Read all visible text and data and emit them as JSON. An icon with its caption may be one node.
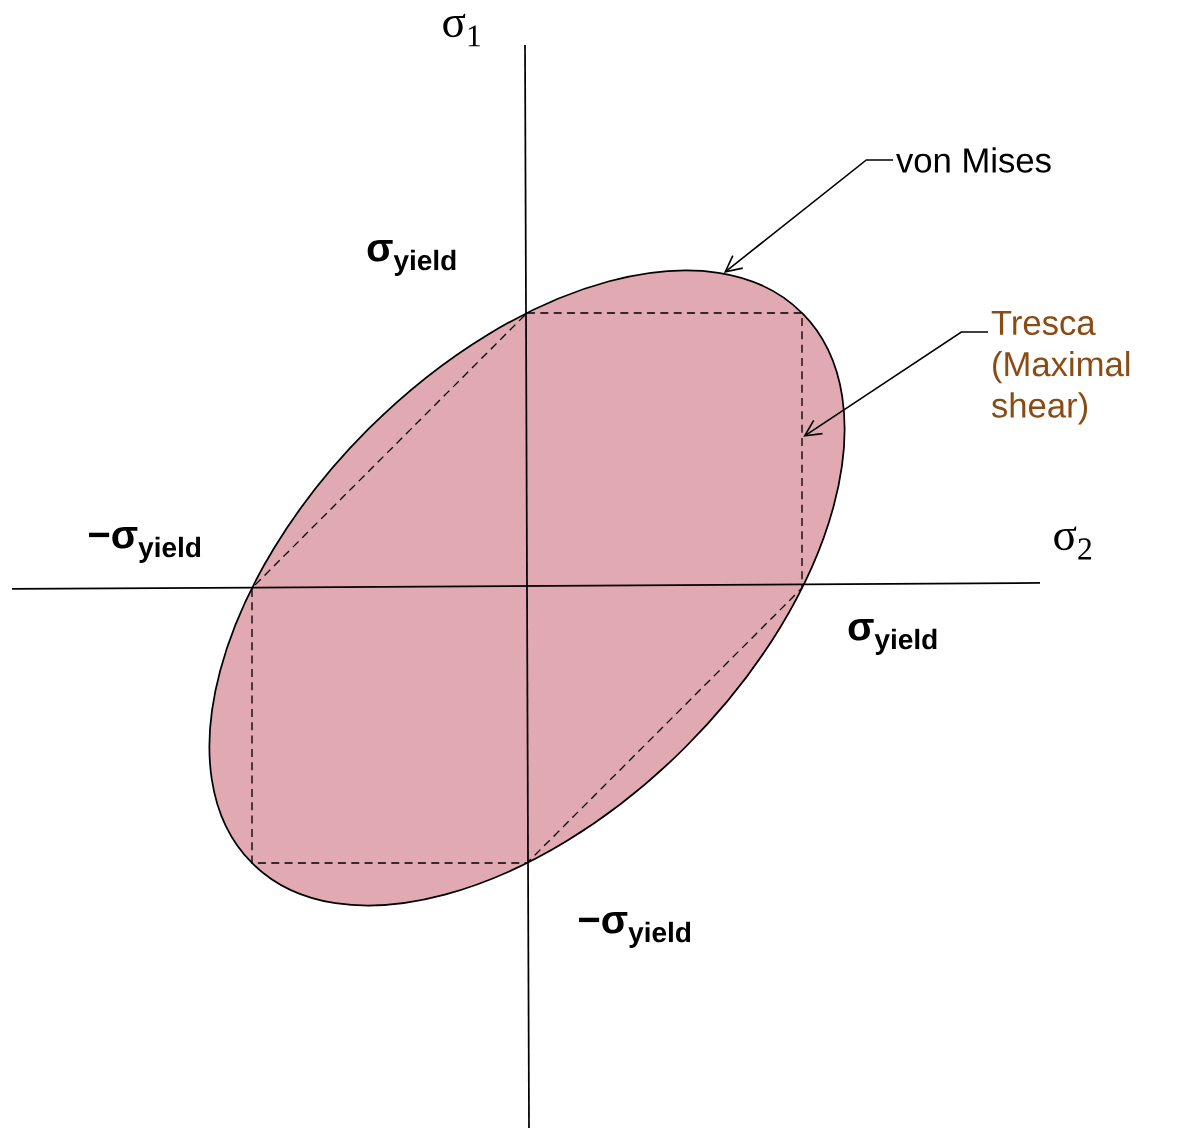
{
  "diagram": {
    "nodes": [
      {
        "text": [
          "von Mises"
        ]
      },
      {
        "text": [],
        "shape": "ellipse"
      },
      {
        "text": [
          "Tresca (Maximal shear)"
        ]
      },
      {
        "text": [],
        "shape": "hexagon",
        "in": 1
      }
    ],
    "edges": [
      {
        "from": 0,
        "to": 1,
        "arrow": "to"
      },
      {
        "from": 2,
        "to": 3,
        "arrow": "to"
      }
    ],
    "labels": [
      "σ$_{1}$",
      "σ$_{yield}$",
      "−σ$_{yield}$",
      "σ$_{2}$",
      "σ$_{yield}$",
      "−σ$_{yield}$"
    ]
  }
}
